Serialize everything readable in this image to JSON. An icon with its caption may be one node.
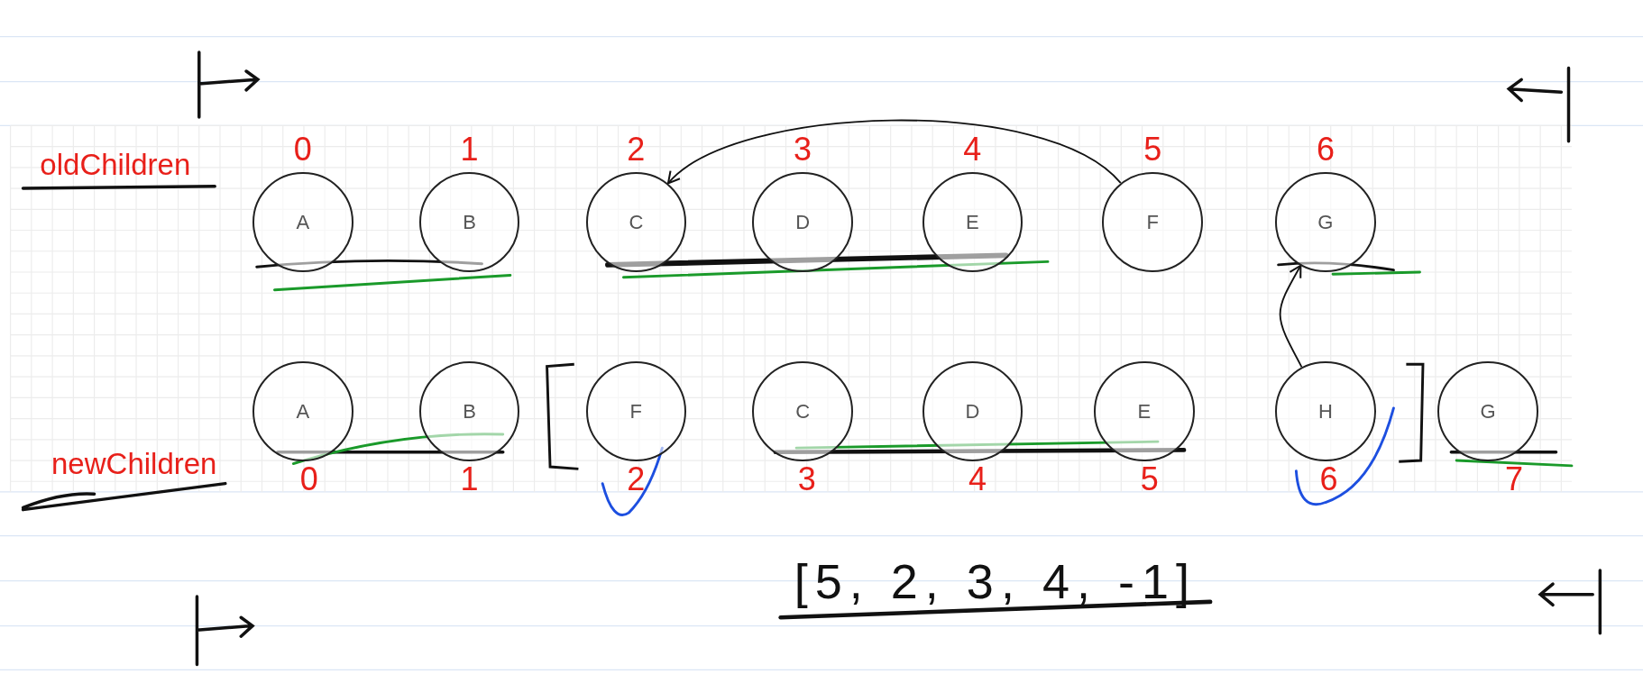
{
  "diagram": {
    "nodes": [
      {
        "text": [
          "A"
        ],
        "beside": [
          "0"
        ]
      },
      {
        "text": [
          "B"
        ],
        "beside": [
          "1"
        ]
      },
      {
        "text": [
          "C"
        ],
        "beside": [
          "2"
        ]
      },
      {
        "text": [
          "D"
        ],
        "beside": [
          "3"
        ]
      },
      {
        "text": [
          "E"
        ],
        "beside": [
          "4"
        ]
      },
      {
        "text": [
          "F"
        ],
        "beside": [
          "5"
        ]
      },
      {
        "text": [
          "G"
        ],
        "beside": [
          "6"
        ]
      },
      {
        "text": [
          "A"
        ],
        "beside": [
          "0"
        ]
      },
      {
        "text": [
          "B"
        ],
        "beside": [
          "1"
        ]
      },
      {
        "text": [
          "F"
        ],
        "beside": [
          "2"
        ]
      },
      {
        "text": [
          "C"
        ],
        "beside": [
          "3"
        ]
      },
      {
        "text": [
          "D"
        ],
        "beside": [
          "4"
        ]
      },
      {
        "text": [
          "E"
        ],
        "beside": [
          "5"
        ]
      },
      {
        "text": [
          "H"
        ],
        "beside": [
          "6"
        ]
      },
      {
        "text": [
          "G"
        ],
        "beside": [
          "7"
        ]
      }
    ],
    "edges": [
      {
        "from": 5,
        "to": 2,
        "arrow": "to"
      },
      {
        "from": 13,
        "to": 6,
        "arrow": "to"
      }
    ],
    "labels": [
      "oldChildren",
      "newChildren",
      "[5, 2, 3, 4, -1]"
    ]
  }
}
